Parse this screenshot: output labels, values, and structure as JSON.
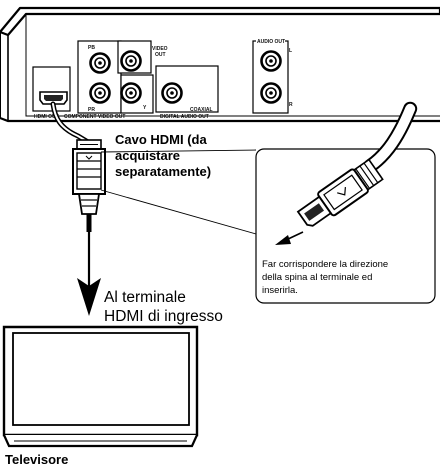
{
  "panel": {
    "hdmi_out": "HDMI OUT",
    "pb": "PB",
    "pr": "PR",
    "y": "Y",
    "video_out_1": "VIDEO",
    "video_out_2": "OUT",
    "component_video_out": "COMPONENT VIDEO OUT",
    "coaxial": "COAXIAL",
    "digital_audio_out": "DIGITAL AUDIO OUT",
    "audio_out": "AUDIO OUT",
    "audio_l": "L",
    "audio_r": "R"
  },
  "cable_label": {
    "line1": "Cavo HDMI (da",
    "line2": "acquistare",
    "line3": "separatamente)"
  },
  "inset_note": {
    "line1": "Far corrispondere la direzione",
    "line2": "della spina al terminale ed",
    "line3": "inserirla."
  },
  "terminal_label": {
    "line1": "Al terminale",
    "line2": "HDMI di ingresso"
  },
  "tv_label": "Televisore"
}
